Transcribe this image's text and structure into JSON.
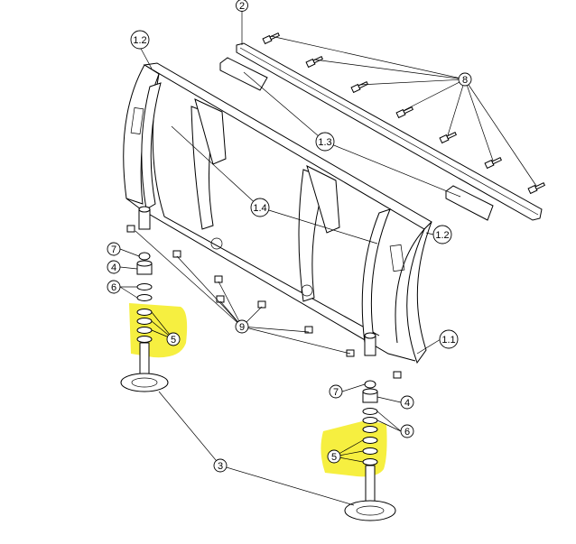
{
  "diagram": {
    "callouts": {
      "c2": "2",
      "c1_2_top": "1.2",
      "c1_2_right": "1.2",
      "c8": "8",
      "c1_3": "1.3",
      "c1_4": "1.4",
      "c1_1": "1.1",
      "c9": "9",
      "c3": "3",
      "c7_left": "7",
      "c4_left": "4",
      "c6_left": "6",
      "c5_left": "5",
      "c7_right": "7",
      "c4_right": "4",
      "c6_right": "6",
      "c5_right": "5"
    },
    "highlight_color": "#f5ec1f",
    "line_color": "#000000"
  }
}
